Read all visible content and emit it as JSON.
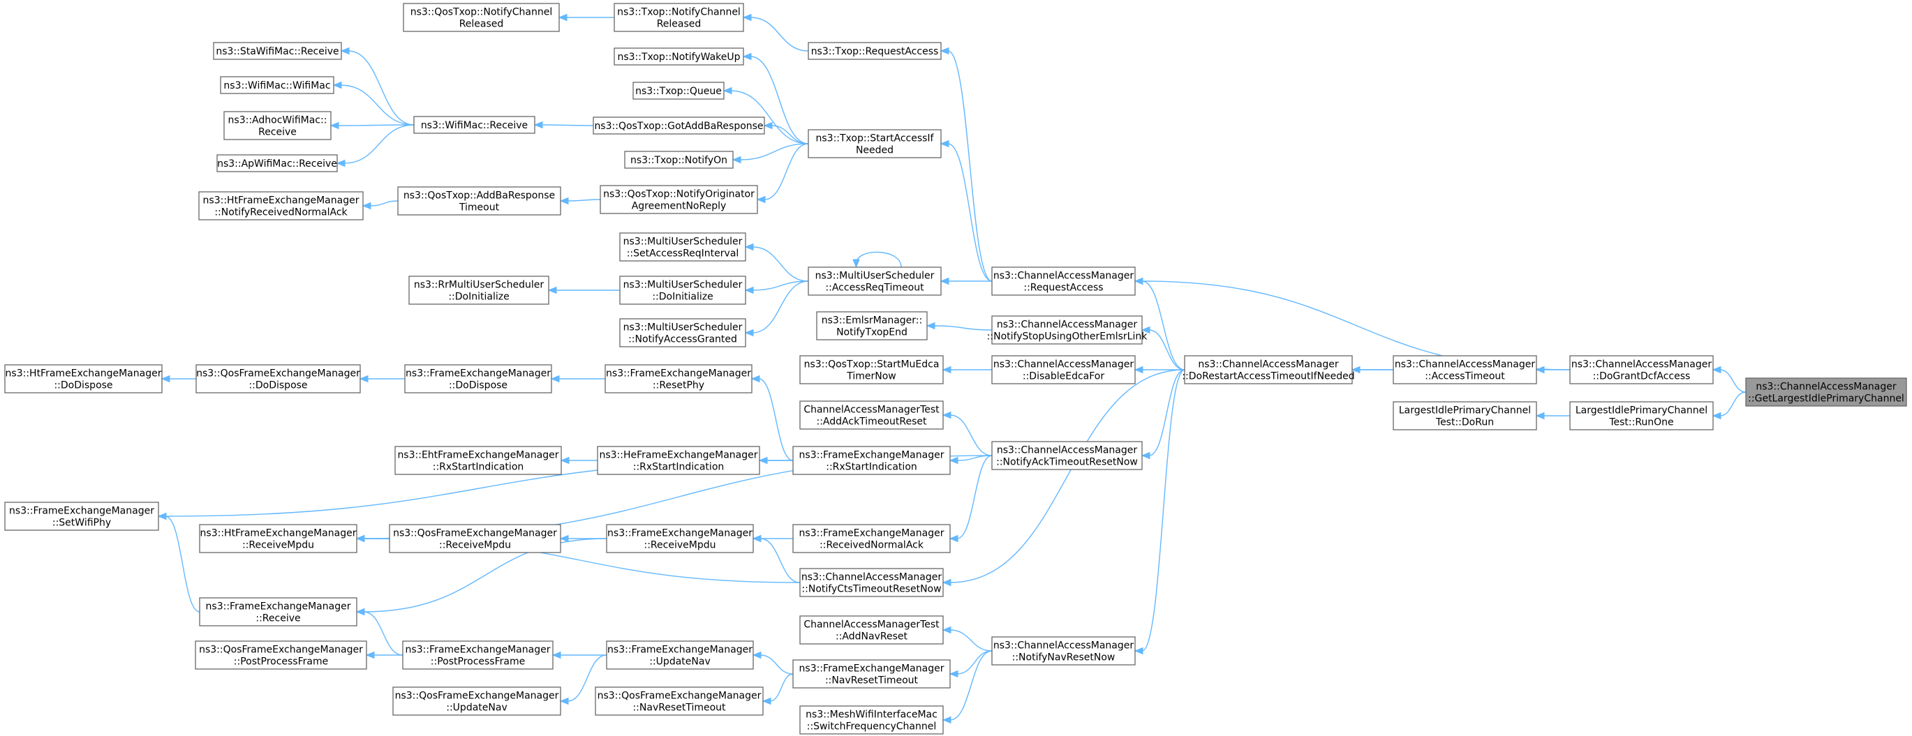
{
  "graph": {
    "root": "n0",
    "nodes": [
      {
        "id": "n0",
        "lines": [
          "ns3::ChannelAccessManager",
          "::GetLargestIdlePrimaryChannel"
        ]
      },
      {
        "id": "n1",
        "lines": [
          "ns3::ChannelAccessManager",
          "::DoGrantDcfAccess"
        ]
      },
      {
        "id": "n2",
        "lines": [
          "LargestIdlePrimaryChannel",
          "Test::RunOne"
        ]
      },
      {
        "id": "n3",
        "lines": [
          "LargestIdlePrimaryChannel",
          "Test::DoRun"
        ]
      },
      {
        "id": "n4",
        "lines": [
          "ns3::ChannelAccessManager",
          "::AccessTimeout"
        ]
      },
      {
        "id": "n5",
        "lines": [
          "ns3::ChannelAccessManager",
          "::DoRestartAccessTimeoutIfNeeded"
        ]
      },
      {
        "id": "n6",
        "lines": [
          "ns3::ChannelAccessManager",
          "::RequestAccess"
        ]
      },
      {
        "id": "n7",
        "lines": [
          "ns3::ChannelAccessManager",
          "::NotifyStopUsingOtherEmlsrLink"
        ]
      },
      {
        "id": "n8",
        "lines": [
          "ns3::ChannelAccessManager",
          "::DisableEdcaFor"
        ]
      },
      {
        "id": "n9",
        "lines": [
          "ns3::ChannelAccessManager",
          "::NotifyAckTimeoutResetNow"
        ]
      },
      {
        "id": "n10",
        "lines": [
          "ns3::ChannelAccessManager",
          "::NotifyCtsTimeoutResetNow"
        ]
      },
      {
        "id": "n11",
        "lines": [
          "ns3::ChannelAccessManager",
          "::NotifyNavResetNow"
        ]
      },
      {
        "id": "n12",
        "lines": [
          "ns3::Txop::RequestAccess"
        ]
      },
      {
        "id": "n13",
        "lines": [
          "ns3::Txop::StartAccessIf",
          "Needed"
        ]
      },
      {
        "id": "n14",
        "lines": [
          "ns3::MultiUserScheduler",
          "::AccessReqTimeout"
        ]
      },
      {
        "id": "n15",
        "lines": [
          "ns3::EmlsrManager::",
          "NotifyTxopEnd"
        ]
      },
      {
        "id": "n16",
        "lines": [
          "ns3::QosTxop::StartMuEdca",
          "TimerNow"
        ]
      },
      {
        "id": "n17",
        "lines": [
          "ChannelAccessManagerTest",
          "::AddAckTimeoutReset"
        ]
      },
      {
        "id": "n18",
        "lines": [
          "ns3::FrameExchangeManager",
          "::RxStartIndication"
        ]
      },
      {
        "id": "n19",
        "lines": [
          "ns3::FrameExchangeManager",
          "::ResetPhy"
        ]
      },
      {
        "id": "n20",
        "lines": [
          "ns3::FrameExchangeManager",
          "::DoDispose"
        ]
      },
      {
        "id": "n21",
        "lines": [
          "ns3::QosFrameExchangeManager",
          "::DoDispose"
        ]
      },
      {
        "id": "n22",
        "lines": [
          "ns3::HtFrameExchangeManager",
          "::DoDispose"
        ]
      },
      {
        "id": "n23",
        "lines": [
          "ns3::FrameExchangeManager",
          "::SetWifiPhy"
        ]
      },
      {
        "id": "n24",
        "lines": [
          "ns3::HeFrameExchangeManager",
          "::RxStartIndication"
        ]
      },
      {
        "id": "n25",
        "lines": [
          "ns3::EhtFrameExchangeManager",
          "::RxStartIndication"
        ]
      },
      {
        "id": "n26",
        "lines": [
          "ns3::HtFrameExchangeManager",
          "::ReceiveMpdu"
        ]
      },
      {
        "id": "n27",
        "lines": [
          "ns3::FrameExchangeManager",
          "::ReceivedNormalAck"
        ]
      },
      {
        "id": "n28",
        "lines": [
          "ns3::FrameExchangeManager",
          "::ReceiveMpdu"
        ]
      },
      {
        "id": "n29",
        "lines": [
          "ns3::FrameExchangeManager",
          "::Receive"
        ]
      },
      {
        "id": "n30",
        "lines": [
          "ns3::QosFrameExchangeManager",
          "::ReceiveMpdu"
        ]
      },
      {
        "id": "n31",
        "lines": [
          "ChannelAccessManagerTest",
          "::AddNavReset"
        ]
      },
      {
        "id": "n32",
        "lines": [
          "ns3::FrameExchangeManager",
          "::NavResetTimeout"
        ]
      },
      {
        "id": "n33",
        "lines": [
          "ns3::FrameExchangeManager",
          "::UpdateNav"
        ]
      },
      {
        "id": "n34",
        "lines": [
          "ns3::FrameExchangeManager",
          "::PostProcessFrame"
        ]
      },
      {
        "id": "n35",
        "lines": [
          "ns3::QosFrameExchangeManager",
          "::PostProcessFrame"
        ]
      },
      {
        "id": "n36",
        "lines": [
          "ns3::QosFrameExchangeManager",
          "::UpdateNav"
        ]
      },
      {
        "id": "n37",
        "lines": [
          "ns3::QosFrameExchangeManager",
          "::NavResetTimeout"
        ]
      },
      {
        "id": "n38",
        "lines": [
          "ns3::MeshWifiInterfaceMac",
          "::SwitchFrequencyChannel"
        ]
      },
      {
        "id": "n39",
        "lines": [
          "ns3::Txop::NotifyChannel",
          "Released"
        ]
      },
      {
        "id": "n40",
        "lines": [
          "ns3::QosTxop::NotifyChannel",
          "Released"
        ]
      },
      {
        "id": "n41",
        "lines": [
          "ns3::Txop::NotifyWakeUp"
        ]
      },
      {
        "id": "n42",
        "lines": [
          "ns3::Txop::Queue"
        ]
      },
      {
        "id": "n43",
        "lines": [
          "ns3::QosTxop::GotAddBaResponse"
        ]
      },
      {
        "id": "n44",
        "lines": [
          "ns3::WifiMac::Receive"
        ]
      },
      {
        "id": "n45",
        "lines": [
          "ns3::StaWifiMac::Receive"
        ]
      },
      {
        "id": "n46",
        "lines": [
          "ns3::WifiMac::WifiMac"
        ]
      },
      {
        "id": "n47",
        "lines": [
          "ns3::AdhocWifiMac::",
          "Receive"
        ]
      },
      {
        "id": "n48",
        "lines": [
          "ns3::ApWifiMac::Receive"
        ]
      },
      {
        "id": "n49",
        "lines": [
          "ns3::Txop::NotifyOn"
        ]
      },
      {
        "id": "n50",
        "lines": [
          "ns3::QosTxop::NotifyOriginator",
          "AgreementNoReply"
        ]
      },
      {
        "id": "n51",
        "lines": [
          "ns3::QosTxop::AddBaResponse",
          "Timeout"
        ]
      },
      {
        "id": "n52",
        "lines": [
          "ns3::HtFrameExchangeManager",
          "::NotifyReceivedNormalAck"
        ]
      },
      {
        "id": "n53",
        "lines": [
          "ns3::MultiUserScheduler",
          "::SetAccessReqInterval"
        ]
      },
      {
        "id": "n54",
        "lines": [
          "ns3::MultiUserScheduler",
          "::DoInitialize"
        ]
      },
      {
        "id": "n55",
        "lines": [
          "ns3::RrMultiUserScheduler",
          "::DoInitialize"
        ]
      },
      {
        "id": "n56",
        "lines": [
          "ns3::MultiUserScheduler",
          "::NotifyAccessGranted"
        ]
      }
    ],
    "edges": [
      [
        "n1",
        "n0"
      ],
      [
        "n2",
        "n0"
      ],
      [
        "n3",
        "n2"
      ],
      [
        "n4",
        "n1"
      ],
      [
        "n6",
        "n1"
      ],
      [
        "n5",
        "n4"
      ],
      [
        "n4",
        "n5"
      ],
      [
        "n6",
        "n5"
      ],
      [
        "n7",
        "n5"
      ],
      [
        "n8",
        "n5"
      ],
      [
        "n9",
        "n5"
      ],
      [
        "n10",
        "n5"
      ],
      [
        "n11",
        "n5"
      ],
      [
        "n12",
        "n6"
      ],
      [
        "n13",
        "n6"
      ],
      [
        "n14",
        "n6"
      ],
      [
        "n15",
        "n7"
      ],
      [
        "n16",
        "n8"
      ],
      [
        "n17",
        "n9"
      ],
      [
        "n18",
        "n9"
      ],
      [
        "n26",
        "n9"
      ],
      [
        "n27",
        "n9"
      ],
      [
        "n19",
        "n18"
      ],
      [
        "n20",
        "n19"
      ],
      [
        "n21",
        "n20"
      ],
      [
        "n22",
        "n21"
      ],
      [
        "n23",
        "n18"
      ],
      [
        "n24",
        "n18"
      ],
      [
        "n25",
        "n24"
      ],
      [
        "n26",
        "n10"
      ],
      [
        "n28",
        "n10"
      ],
      [
        "n28",
        "n27"
      ],
      [
        "n29",
        "n28"
      ],
      [
        "n30",
        "n28"
      ],
      [
        "n23",
        "n29"
      ],
      [
        "n26",
        "n30"
      ],
      [
        "n31",
        "n11"
      ],
      [
        "n32",
        "n11"
      ],
      [
        "n38",
        "n11"
      ],
      [
        "n33",
        "n32"
      ],
      [
        "n37",
        "n32"
      ],
      [
        "n34",
        "n33"
      ],
      [
        "n36",
        "n33"
      ],
      [
        "n29",
        "n34"
      ],
      [
        "n35",
        "n34"
      ],
      [
        "n39",
        "n12"
      ],
      [
        "n40",
        "n39"
      ],
      [
        "n41",
        "n13"
      ],
      [
        "n42",
        "n13"
      ],
      [
        "n43",
        "n13"
      ],
      [
        "n49",
        "n13"
      ],
      [
        "n50",
        "n13"
      ],
      [
        "n44",
        "n43"
      ],
      [
        "n45",
        "n44"
      ],
      [
        "n46",
        "n44"
      ],
      [
        "n47",
        "n44"
      ],
      [
        "n48",
        "n44"
      ],
      [
        "n51",
        "n50"
      ],
      [
        "n52",
        "n51"
      ],
      [
        "n14",
        "n14"
      ],
      [
        "n53",
        "n14"
      ],
      [
        "n54",
        "n14"
      ],
      [
        "n56",
        "n14"
      ],
      [
        "n55",
        "n54"
      ]
    ]
  }
}
